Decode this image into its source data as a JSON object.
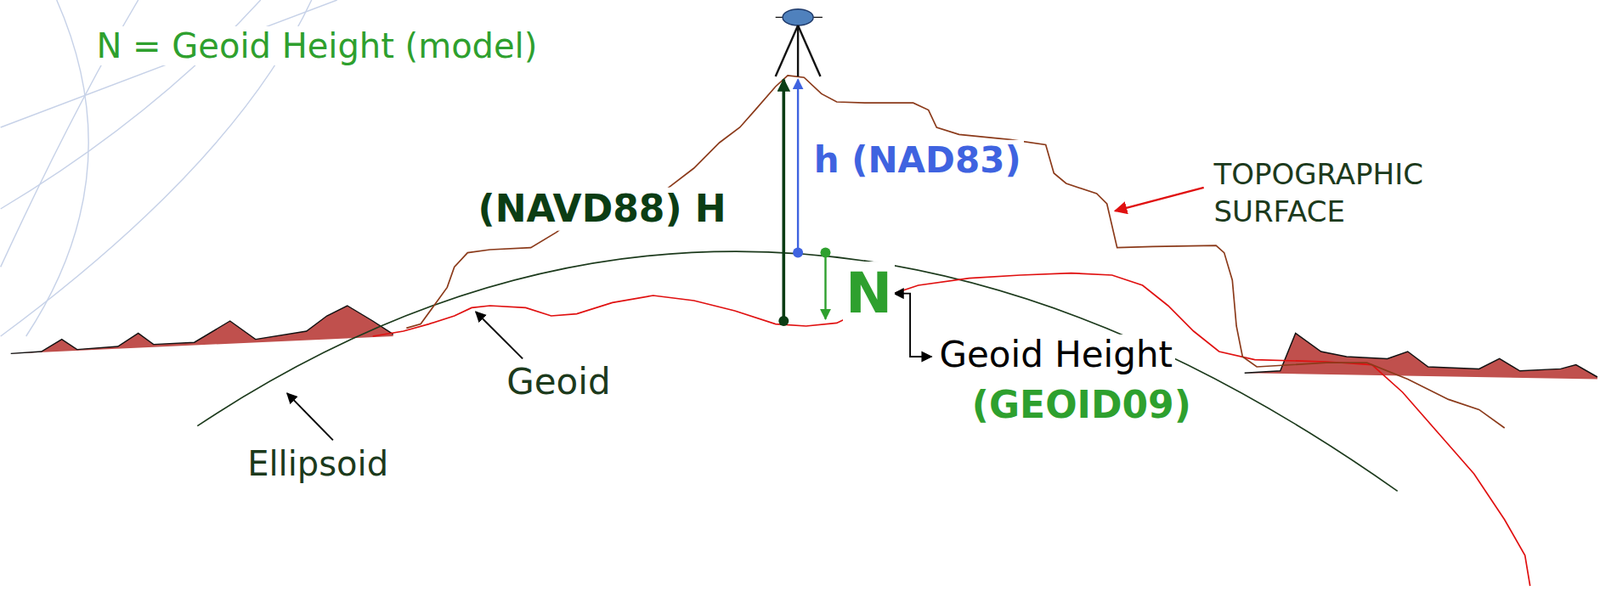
{
  "diagram": {
    "labels": [
      "N = Geoid Height (model)",
      "h (NAD83)",
      "(NAVD88) H",
      "TOPOGRAPHIC SURFACE",
      "N",
      "Geoid",
      "Geoid Height",
      "(GEOID09)",
      "Ellipsoid"
    ]
  }
}
